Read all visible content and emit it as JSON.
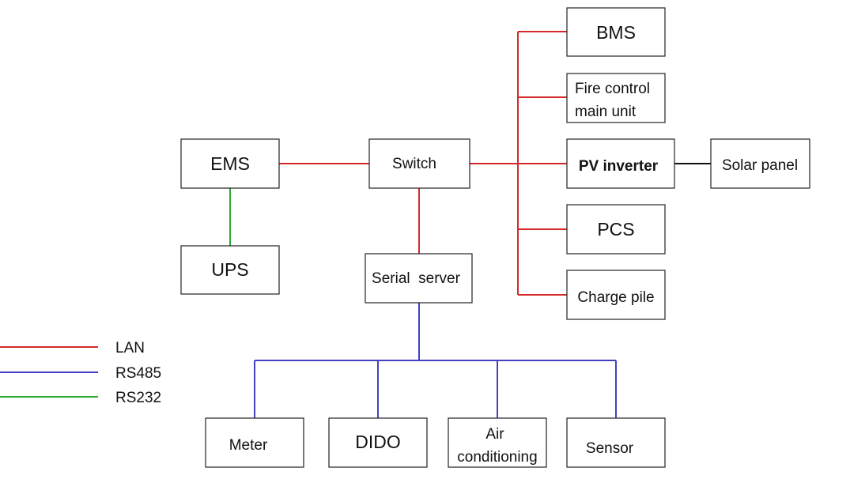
{
  "nodes": {
    "bms": "BMS",
    "fire_line1": "Fire control",
    "fire_line2": "main unit",
    "ems": "EMS",
    "switch": "Switch",
    "pv_inverter": "PV inverter",
    "solar_panel": "Solar panel",
    "pcs": "PCS",
    "ups": "UPS",
    "serial_server": "Serial  server",
    "charge_pile": "Charge pile",
    "meter": "Meter",
    "dido": "DIDO",
    "air_line1": "Air",
    "air_line2": "conditioning",
    "sensor": "Sensor"
  },
  "legend": [
    {
      "label": "LAN",
      "color": "#d42a2a"
    },
    {
      "label": "RS485",
      "color": "#4040c0"
    },
    {
      "label": "RS232",
      "color": "#2eaa2e"
    }
  ],
  "colors": {
    "lan": "#d42a2a",
    "rs485": "#4040c0",
    "rs232": "#2eaa2e",
    "plain": "#111111"
  }
}
